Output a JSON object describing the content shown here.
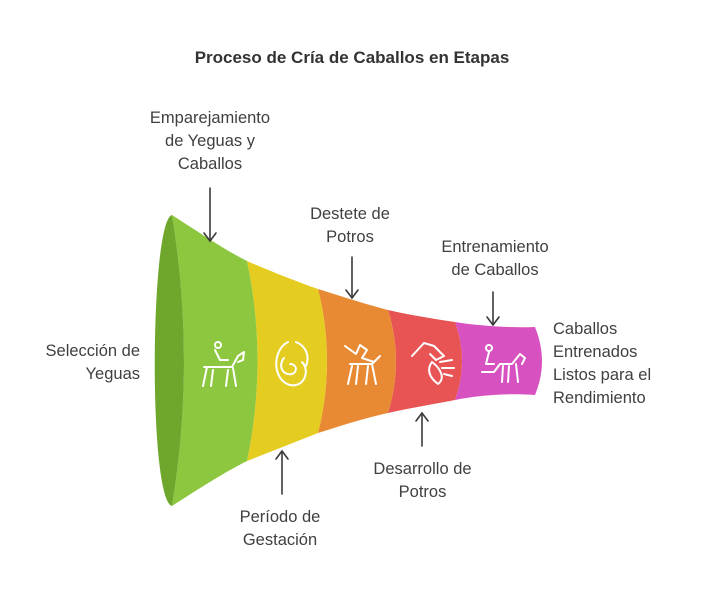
{
  "title": "Proceso de Cría de Caballos en Etapas",
  "start_label": "Selección de\nYeguas",
  "end_label": "Caballos\nEntrenados\nListos para el\nRendimiento",
  "stages": [
    {
      "label": "Emparejamiento\nde Yeguas y\nCaballos",
      "color": "#8dc63f",
      "icon": "horse-rider-icon"
    },
    {
      "label": "Período de\nGestación",
      "color": "#e5cc21",
      "icon": "pregnant-mare-icon"
    },
    {
      "label": "Destete de\nPotros",
      "color": "#e88a34",
      "icon": "foal-weaning-icon"
    },
    {
      "label": "Desarrollo de\nPotros",
      "color": "#e85353",
      "icon": "winged-horse-icon"
    },
    {
      "label": "Entrenamiento\nde Caballos",
      "color": "#d851c0",
      "icon": "horse-trainer-icon"
    }
  ]
}
